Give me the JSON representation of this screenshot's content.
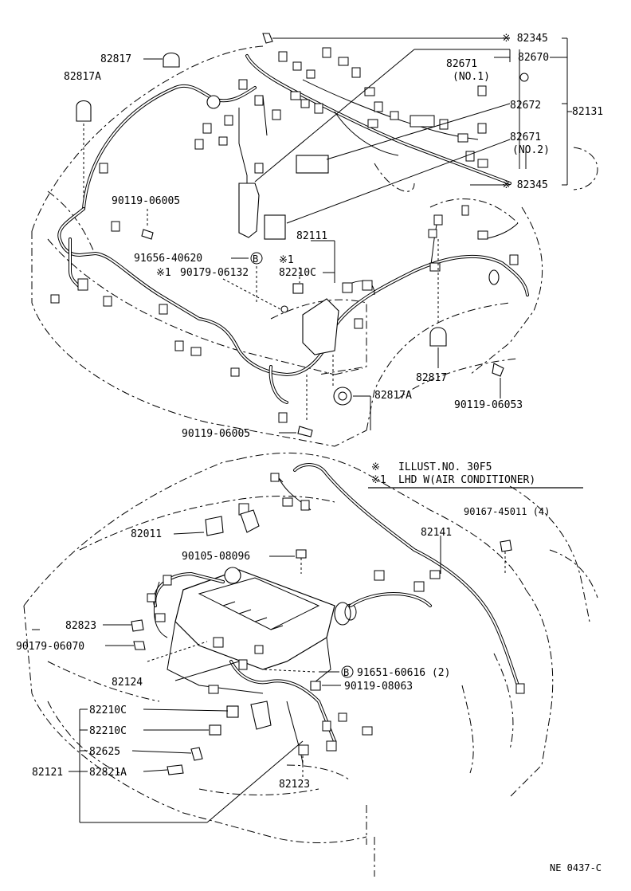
{
  "diagram_code": "NE 0437-C",
  "notes": {
    "note1_symbol": "※",
    "note1_text": "ILLUST.NO. 30F5",
    "note2_symbol": "※1",
    "note2_text": "LHD W(AIR CONDITIONER)"
  },
  "top_labels": {
    "p82817_a": "82817",
    "p82817A_a": "82817A",
    "p82345_top": "※ 82345",
    "p82671_no1": "82671",
    "p82671_no1_sub": "(NO.1)",
    "p82670": "82670",
    "p82672": "82672",
    "p82131": "82131",
    "p82671_no2": "82671",
    "p82671_no2_sub": "(NO.2)",
    "p82345_bottom": "※ 82345",
    "p90119_06005_a": "90119-06005",
    "p91656_40620": "91656-40620",
    "p91656_marker": "B",
    "p90179_06132_mark": "※1",
    "p90179_06132": "90179-06132",
    "p82111": "82111",
    "p82210C_mark": "※1",
    "p82210C_a": "82210C",
    "p82817_b": "82817",
    "p82817A_b": "82817A",
    "p90119_06053": "90119-06053",
    "p90119_06005_b": "90119-06005"
  },
  "bottom_labels": {
    "p82011": "82011",
    "p90105_08096": "90105-08096",
    "p82141": "82141",
    "p90167_45011": "90167-45011 (4)",
    "p82823": "82823",
    "p90179_06070": "90179-06070",
    "p82124": "82124",
    "p91651_60616": "91651-60616 (2)",
    "p91651_marker": "B",
    "p90119_08063": "90119-08063",
    "p82210C_b": "82210C",
    "p82210C_c": "82210C",
    "p82625": "82625",
    "p82121": "82121",
    "p82821A": "82821A",
    "p82123": "82123"
  }
}
